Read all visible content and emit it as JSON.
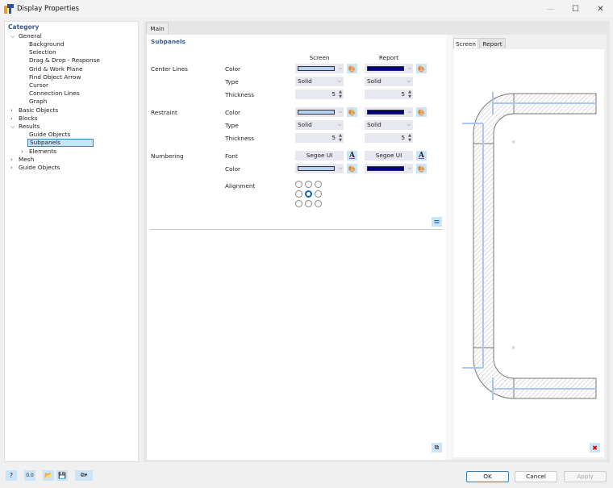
{
  "window": {
    "title": "Display Properties",
    "controls": {
      "minimize": "—",
      "maximize": "☐",
      "close": "✕"
    }
  },
  "sidebar": {
    "header": "Category",
    "items": [
      {
        "label": "General",
        "level": 0,
        "expander": "expanded"
      },
      {
        "label": "Background",
        "level": 1
      },
      {
        "label": "Selection",
        "level": 1
      },
      {
        "label": "Drag & Drop - Response",
        "level": 1
      },
      {
        "label": "Grid & Work Plane",
        "level": 1
      },
      {
        "label": "Find Object Arrow",
        "level": 1
      },
      {
        "label": "Cursor",
        "level": 1
      },
      {
        "label": "Connection Lines",
        "level": 1
      },
      {
        "label": "Graph",
        "level": 1
      },
      {
        "label": "Basic Objects",
        "level": 0,
        "expander": "collapsed"
      },
      {
        "label": "Blocks",
        "level": 0,
        "expander": "collapsed"
      },
      {
        "label": "Results",
        "level": 0,
        "expander": "expanded"
      },
      {
        "label": "Guide Objects",
        "level": 1
      },
      {
        "label": "Subpanels",
        "level": 1,
        "selected": true
      },
      {
        "label": "Elements",
        "level": 1,
        "expander": "collapsed"
      },
      {
        "label": "Mesh",
        "level": 0,
        "expander": "collapsed"
      },
      {
        "label": "Guide Objects",
        "level": 0,
        "expander": "collapsed"
      }
    ]
  },
  "main": {
    "tab": "Main",
    "panel_title": "Subpanels",
    "columns": {
      "screen": "Screen",
      "report": "Report"
    },
    "groups": {
      "center_lines": {
        "label": "Center Lines",
        "color_label": "Color",
        "type_label": "Type",
        "thickness_label": "Thickness",
        "screen": {
          "color": "#b4d2f0",
          "type": "Solid",
          "thickness": "5"
        },
        "report": {
          "color": "#000080",
          "type": "Solid",
          "thickness": "5"
        }
      },
      "restraint": {
        "label": "Restraint",
        "color_label": "Color",
        "type_label": "Type",
        "thickness_label": "Thickness",
        "screen": {
          "color": "#b4d2f0",
          "type": "Solid",
          "thickness": "5"
        },
        "report": {
          "color": "#000080",
          "type": "Solid",
          "thickness": "5"
        }
      },
      "numbering": {
        "label": "Numbering",
        "font_label": "Font",
        "color_label": "Color",
        "alignment_label": "Alignment",
        "screen": {
          "font": "Segoe UI",
          "color": "#b4d2f0"
        },
        "report": {
          "font": "Segoe UI",
          "color": "#000080"
        },
        "alignment_selected": "center"
      }
    }
  },
  "preview": {
    "tabs": [
      "Screen",
      "Report"
    ],
    "active_tab": "Screen"
  },
  "footer": {
    "ok": "OK",
    "cancel": "Cancel",
    "apply": "Apply"
  },
  "colors": {
    "accent": "#3c7fb1",
    "header_text": "#3a5a8c",
    "selection_bg": "#cce4f7",
    "screen_line": "#b4d2f0",
    "report_line": "#000080"
  }
}
